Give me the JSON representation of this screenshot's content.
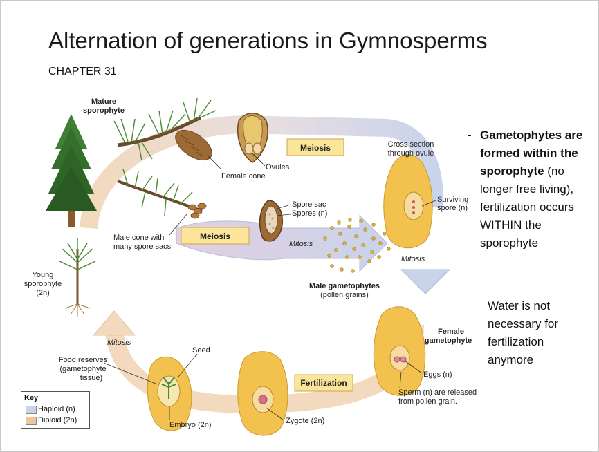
{
  "title": "Alternation of generations in Gymnosperms",
  "subtitle": "CHAPTER 31",
  "labels": {
    "mature_sporophyte_1": "Mature",
    "mature_sporophyte_2": "sporophyte",
    "female_cone": "Female cone",
    "ovules": "Ovules",
    "meiosis_top": "Meiosis",
    "cross_section_1": "Cross section",
    "cross_section_2": "through ovule",
    "surviving_spore_1": "Surviving",
    "surviving_spore_2": "spore (n)",
    "spore_sac": "Spore sac",
    "spores": "Spores (n)",
    "male_cone_1": "Male cone with",
    "male_cone_2": "many spore sacs",
    "meiosis_left": "Meiosis",
    "mitosis_middle": "Mitosis",
    "mitosis_right": "Mitosis",
    "male_gametophytes_1": "Male gametophytes",
    "male_gametophytes_2": "(pollen grains)",
    "young_sporophyte_1": "Young",
    "young_sporophyte_2": "sporophyte",
    "young_sporophyte_3": "(2n)",
    "mitosis_bottom": "Mitosis",
    "seed": "Seed",
    "food_reserves_1": "Food reserves",
    "food_reserves_2": "(gametophyte",
    "food_reserves_3": "tissue)",
    "female_gametophyte_1": "Female",
    "female_gametophyte_2": "gametophyte",
    "eggs": "Eggs (n)",
    "fertilization": "Fertilization",
    "sperm_1": "Sperm (n) are released",
    "sperm_2": "from pollen grain.",
    "embryo": "Embryo (2n)",
    "zygote": "Zygote (2n)"
  },
  "key": {
    "title": "Key",
    "haploid": "Haploid (n)",
    "diploid": "Diploid (2n)",
    "haploid_color": "#c9d3ea",
    "diploid_color": "#efc79c"
  },
  "notes": {
    "dash": "-",
    "bold_text": "Gametophytes are formed within the sporophyte",
    "underlined_text": " (no longer free living)",
    "rest_text": ", fertilization occurs WITHIN the sporophyte",
    "note2": "Water is not necessary for fertilization anymore"
  },
  "colors": {
    "diploid_arrow": "#f3d9bd",
    "haploid_arrow": "#c9d3ea",
    "process_box": "#fbe59a",
    "tissue": "#f2c14e",
    "green_underline": "#2fa84f"
  }
}
